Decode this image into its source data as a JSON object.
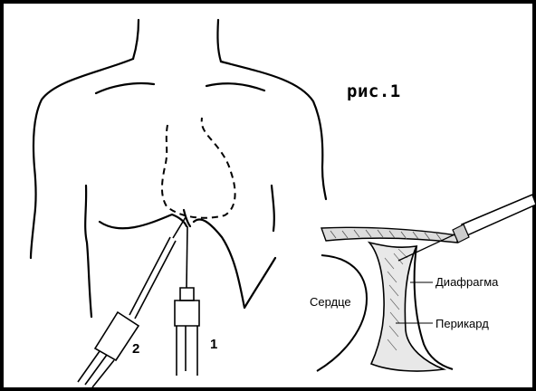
{
  "figure": {
    "label": "рис.1"
  },
  "needle_labels": {
    "needle_1": "1",
    "needle_2": "2"
  },
  "inset": {
    "heart": "Сердце",
    "diaphragm": "Диафрагма",
    "pericardium": "Перикард"
  }
}
